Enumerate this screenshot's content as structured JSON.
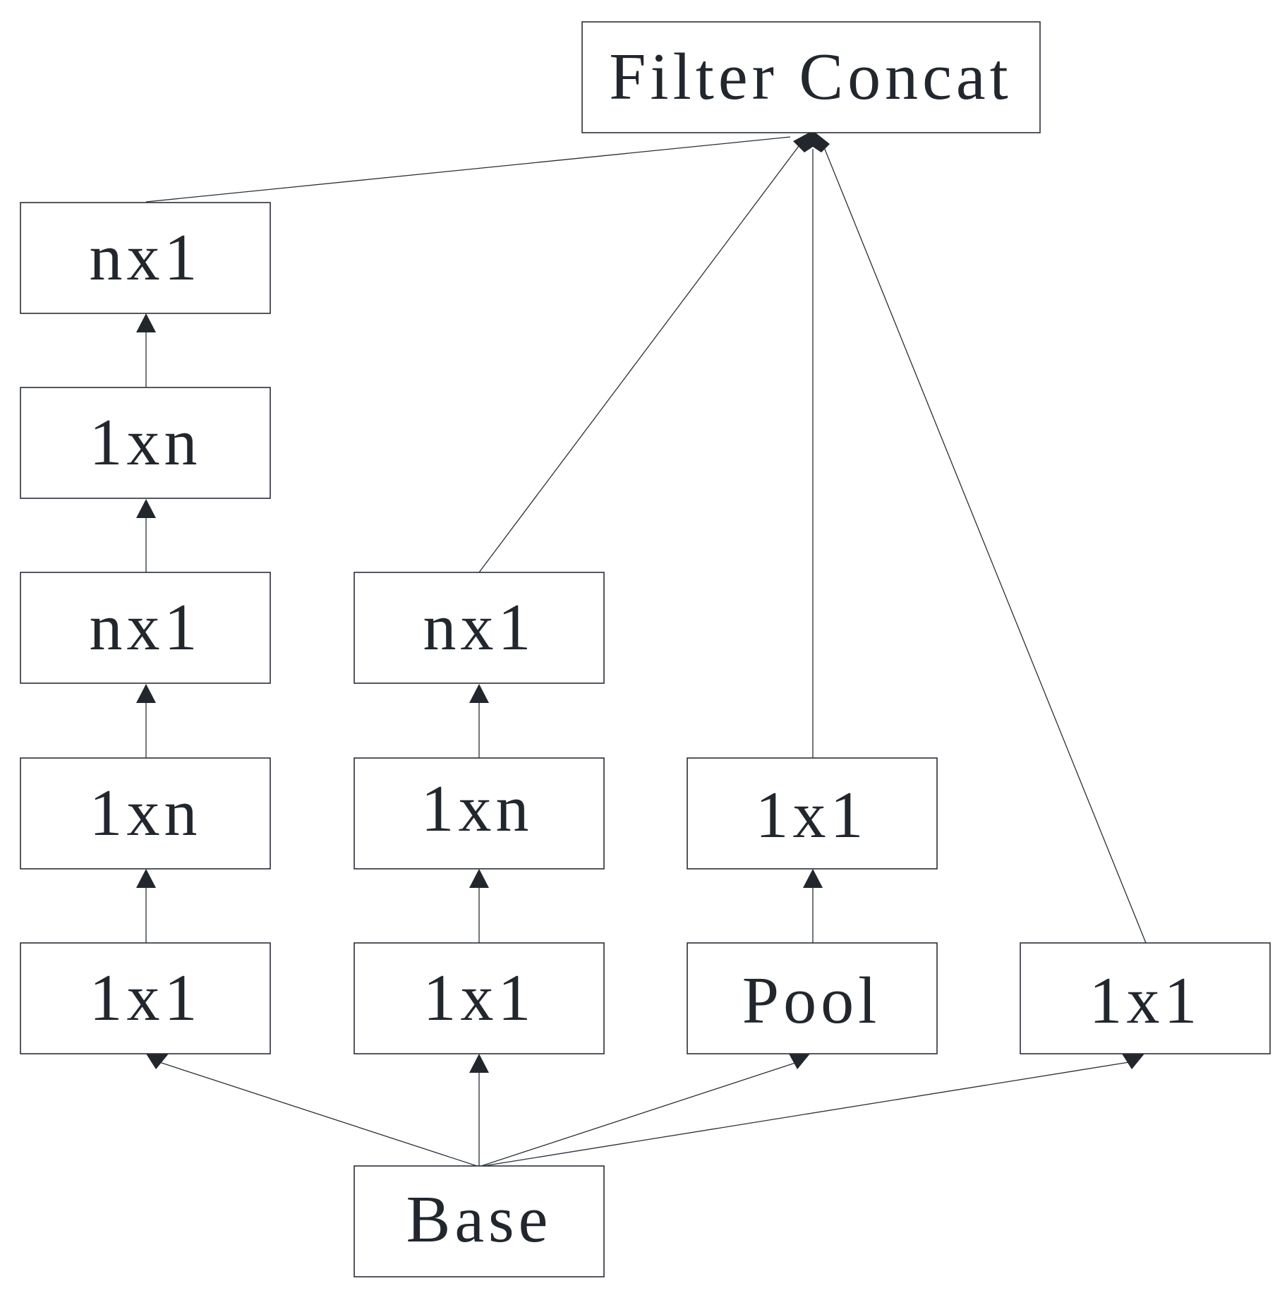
{
  "nodes": {
    "filter_concat": "Filter Concat",
    "base": "Base",
    "pool": "Pool",
    "conv_1x1": "1x1",
    "conv_1xn": "1xn",
    "conv_nx1": "nx1"
  }
}
